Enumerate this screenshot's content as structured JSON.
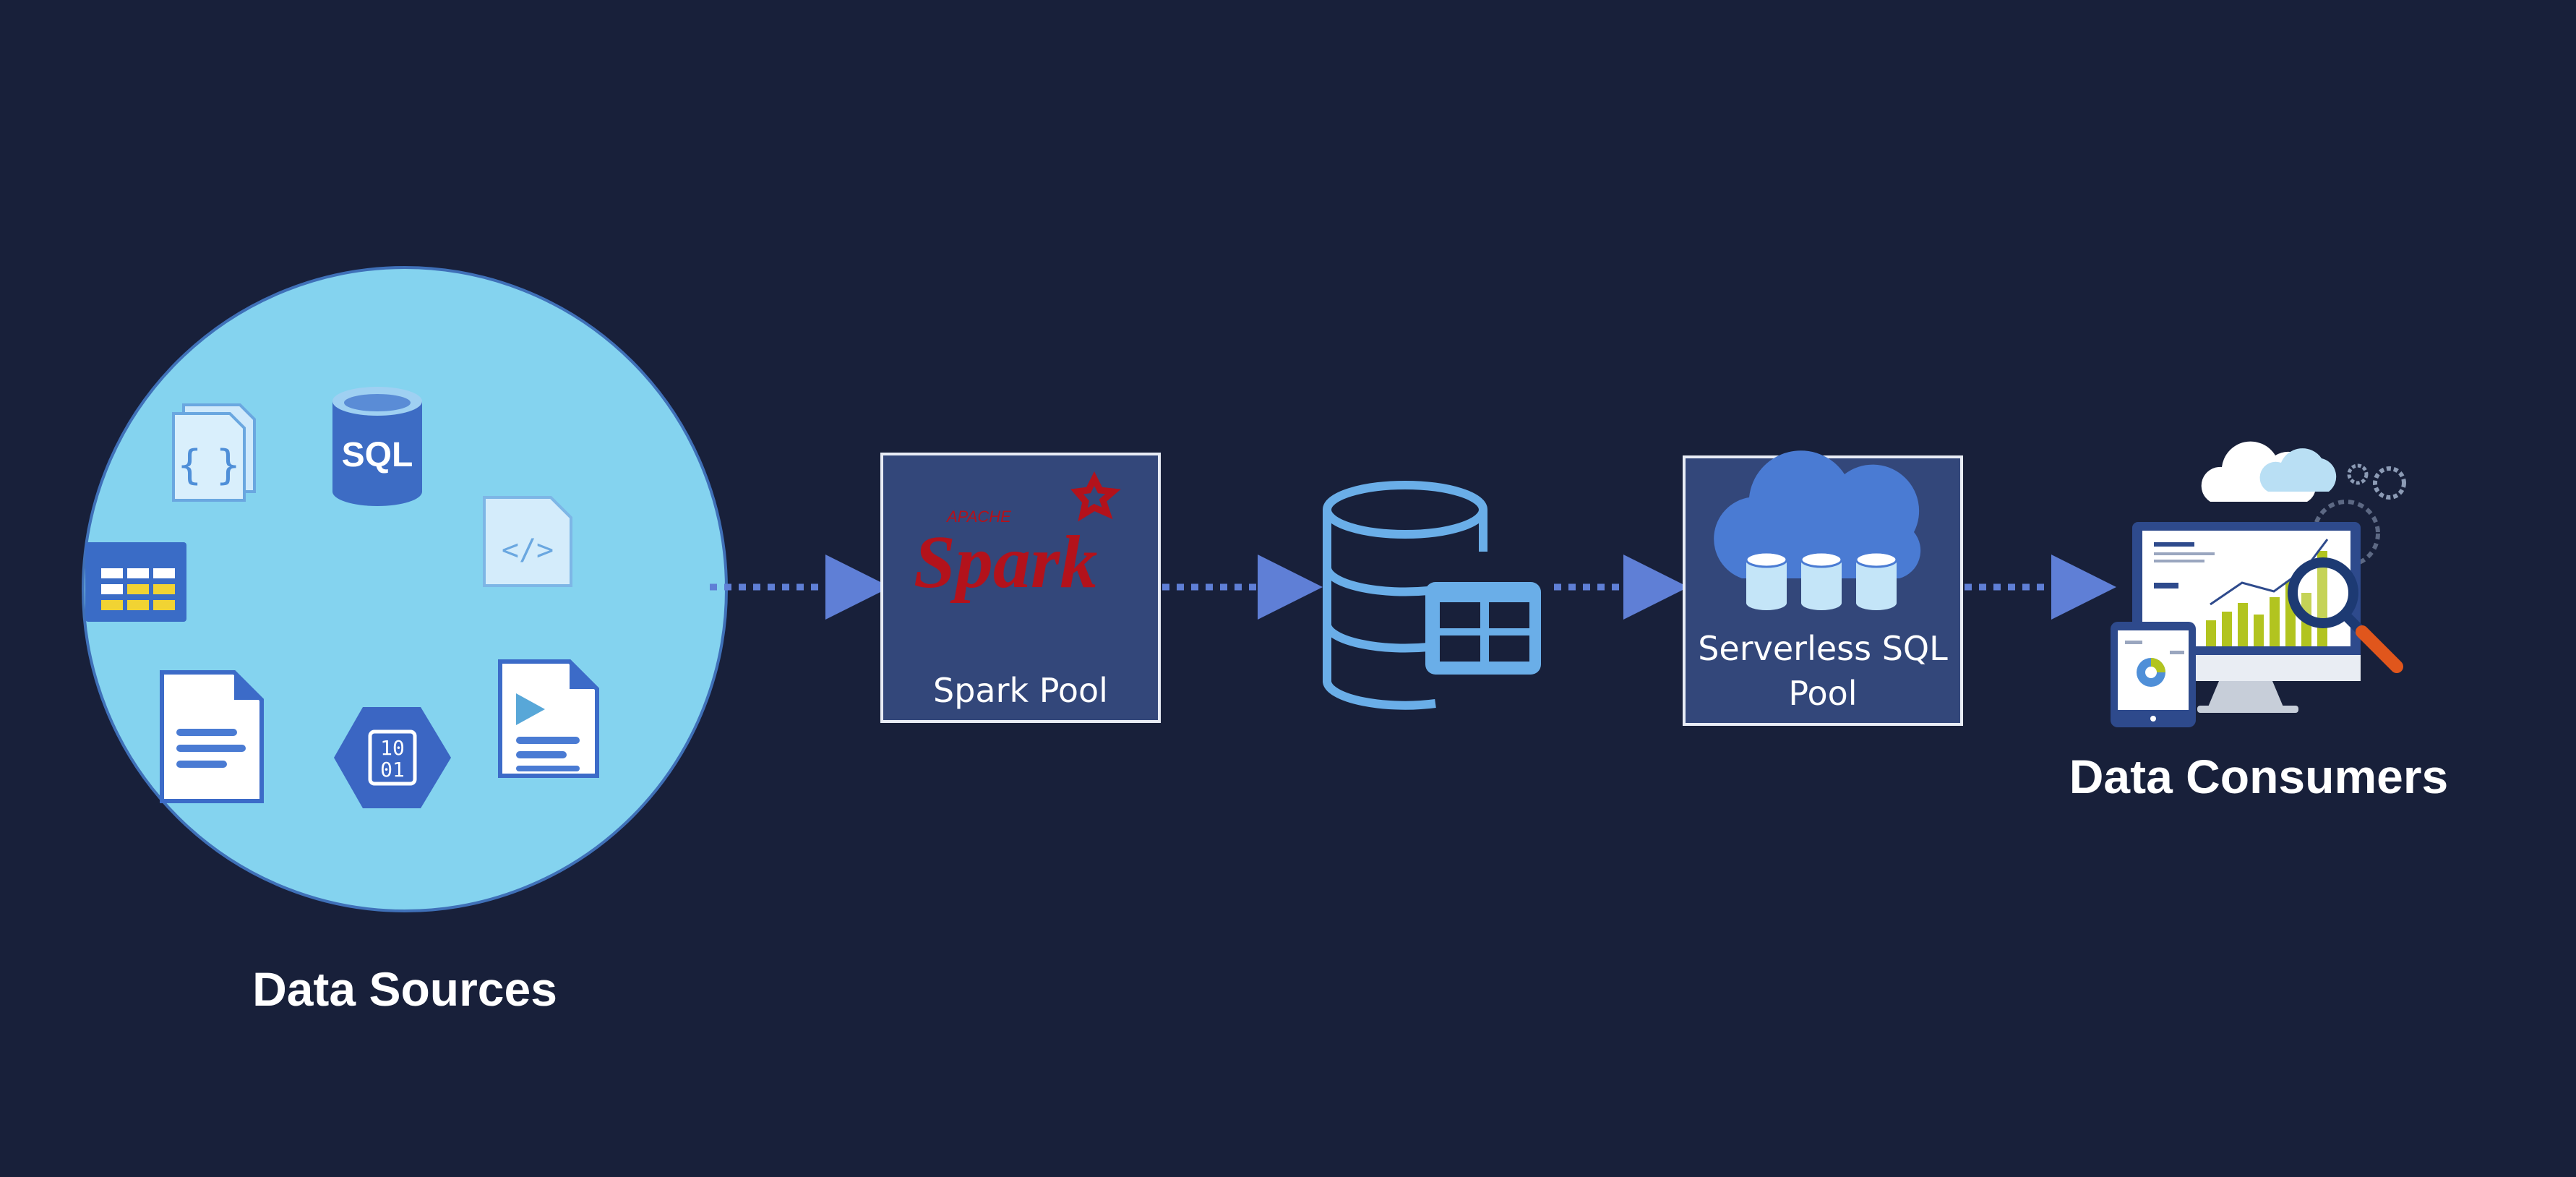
{
  "slide": {
    "title": ""
  },
  "sources": {
    "label": "Data Sources",
    "sql_icon_text": "SQL",
    "json_icon_text": "{ }",
    "code_icon_text": "</>",
    "binary_icon_text": "10 01"
  },
  "spark_pool": {
    "label": "Spark Pool",
    "logo_text": "Spark",
    "logo_subtext": "APACHE"
  },
  "serverless_pool": {
    "label_line1": "Serverless SQL",
    "label_line2": "Pool"
  },
  "consumers": {
    "label": "Data Consumers"
  },
  "colors": {
    "background": "#18203a",
    "circle_fill": "#84d3ef",
    "box_fill": "#33477a",
    "arrow": "#5f7fd6",
    "icon_blue": "#4a7bd3",
    "db_icon": "#6aaee8",
    "spark_red": "#b3121b"
  },
  "icons": [
    "json-file-icon",
    "sql-database-icon",
    "code-file-icon",
    "table-icon",
    "document-icon",
    "binary-file-icon",
    "video-file-icon",
    "database-table-icon",
    "cloud-database-icon",
    "analytics-dashboard-icon"
  ]
}
